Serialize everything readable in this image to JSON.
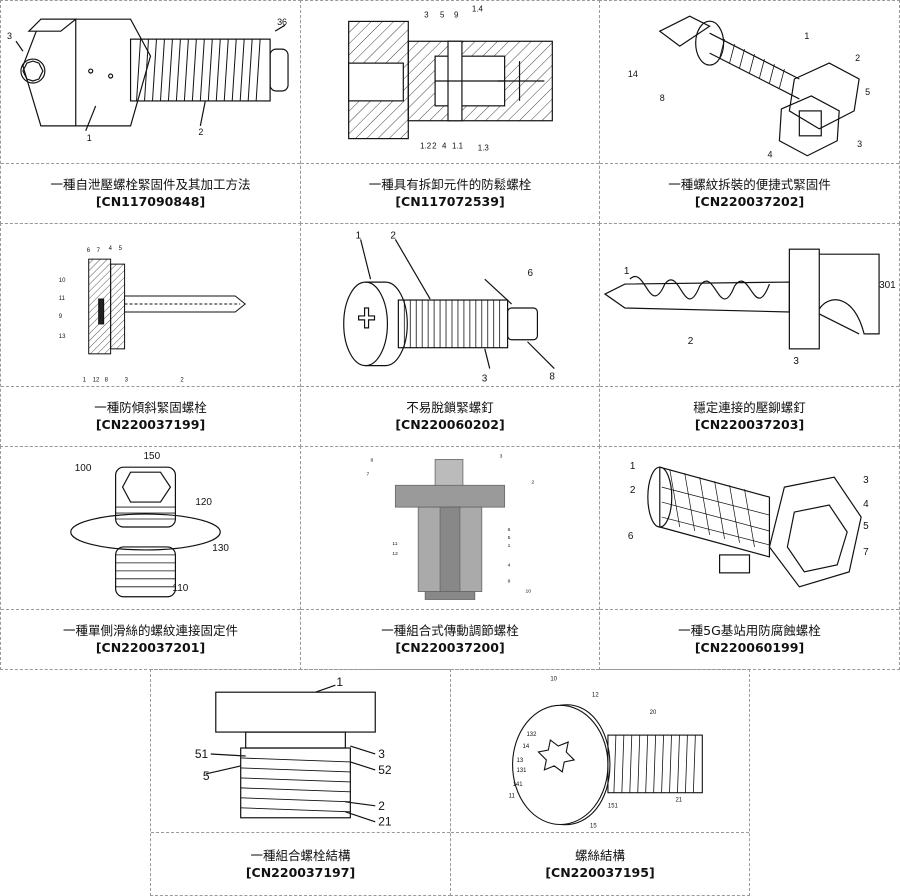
{
  "items": [
    {
      "title": "一種自泄壓螺栓緊固件及其加工方法",
      "code": "[CN117090848]",
      "labels": [
        "3",
        "1",
        "2",
        "36"
      ]
    },
    {
      "title": "一種具有拆卸元件的防鬆螺栓",
      "code": "[CN117072539]",
      "labels": [
        "3",
        "5",
        "9",
        "1.4",
        "1.2",
        "2",
        "4",
        "1.1",
        "1.3"
      ]
    },
    {
      "title": "一種螺紋拆裝的便捷式緊固件",
      "code": "[CN220037202]",
      "labels": [
        "1",
        "2",
        "5",
        "3",
        "4",
        "14",
        "8"
      ]
    },
    {
      "title": "一種防傾斜緊固螺栓",
      "code": "[CN220037199]",
      "labels": [
        "6",
        "7",
        "4",
        "5",
        "10",
        "11",
        "9",
        "13",
        "1",
        "12",
        "8",
        "3",
        "2"
      ]
    },
    {
      "title": "不易脫鎖緊螺釘",
      "code": "[CN220060202]",
      "labels": [
        "1",
        "2",
        "6",
        "3",
        "8"
      ]
    },
    {
      "title": "穩定連接的壓鉚螺釘",
      "code": "[CN220037203]",
      "labels": [
        "1",
        "301",
        "2",
        "3"
      ]
    },
    {
      "title": "一種單側滑絲的螺紋連接固定件",
      "code": "[CN220037201]",
      "labels": [
        "100",
        "150",
        "120",
        "130",
        "110"
      ]
    },
    {
      "title": "一種組合式傳動調節螺栓",
      "code": "[CN220037200]",
      "labels": [
        "8",
        "7",
        "3",
        "2",
        "11",
        "12",
        "6",
        "5",
        "1",
        "4",
        "9",
        "10"
      ]
    },
    {
      "title": "一種5G基站用防腐蝕螺栓",
      "code": "[CN220060199]",
      "labels": [
        "1",
        "2",
        "3",
        "4",
        "5",
        "6",
        "7"
      ]
    },
    {
      "title": "一種組合螺栓結構",
      "code": "[CN220037197]",
      "labels": [
        "1",
        "51",
        "5",
        "3",
        "52",
        "2",
        "21"
      ]
    },
    {
      "title": "螺絲結構",
      "code": "[CN220037195]",
      "labels": [
        "10",
        "12",
        "20",
        "132",
        "14",
        "13",
        "131",
        "141",
        "11",
        "151",
        "15",
        "21"
      ]
    }
  ]
}
